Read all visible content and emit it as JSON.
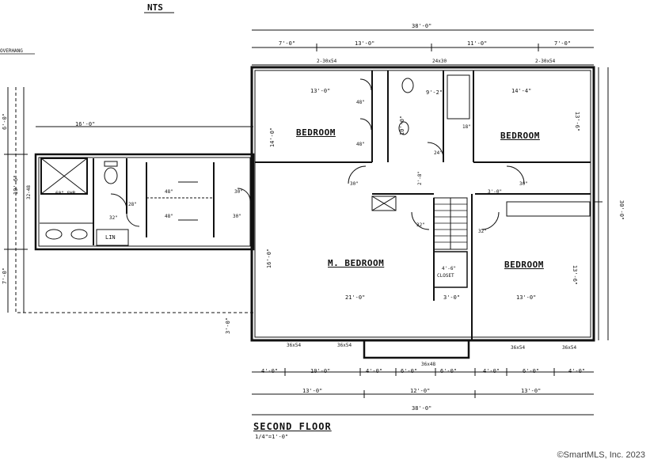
{
  "header": {
    "nts": "NTS",
    "overhang_note": "OVERHANG"
  },
  "rooms": {
    "bedroom_nw": "BEDROOM",
    "bedroom_ne": "BEDROOM",
    "master_bedroom": "M. BEDROOM",
    "bedroom_se": "BEDROOM",
    "linen": "LIN",
    "closet": "CLOSET"
  },
  "top_dims": {
    "overall": "38'-0\"",
    "seg1": "7'-0\"",
    "seg2": "13'-0\"",
    "seg3": "11'-0\"",
    "seg4": "7'-0\"",
    "win1": "2-30x54",
    "win2": "24x30",
    "win3": "2-30x54"
  },
  "bottom_dims": {
    "row1": [
      "4'-0\"",
      "10'-0\"",
      "4'-0\"",
      "6'-0\"",
      "6'-0\"",
      "4'-0\"",
      "6'-0\"",
      "4'-0\""
    ],
    "row2": [
      "13'-0\"",
      "12'-0\"",
      "13'-0\""
    ],
    "overall": "38'-0\"",
    "win1": "36x54",
    "win2": "36x54",
    "win3": "36x48",
    "win4": "36x54",
    "win5": "36x54"
  },
  "side_dims": {
    "right_overall": "30'-0\"",
    "right_a": "13'-6\"",
    "right_b": "13'-6\"",
    "left_a": "6'-0\"",
    "left_b": "10'-6\"",
    "left_c": "7'-0\"",
    "master_depth": "16'-0\"",
    "bed_nw_depth": "14'-0\"",
    "step": "3'-0\""
  },
  "interior_dims": {
    "wing_width": "16'-0\"",
    "shower": "60\" SHR",
    "bed_nw_width": "13'-0\"",
    "bed_ne_width": "14'-4\"",
    "master_width": "21'-0\"",
    "bed_se_width": "13'-0\"",
    "hall": "3'-0\"",
    "bath_w": "9'-2\"",
    "bath_h": "10'-0\"",
    "d1": "48\"",
    "d2": "48\"",
    "d3": "30\"",
    "d4": "30\"",
    "d5": "32\"",
    "d6": "32\"",
    "d7": "28\"",
    "d8": "48\"",
    "d9": "48\"",
    "d10": "30\"",
    "d11": "32\"",
    "d12": "30\"",
    "d13": "24\"",
    "d14": "18\"",
    "closet_size": "4'-6\"",
    "side_a": "2'-8\"",
    "side_b": "3'-0\"",
    "left_wing_h": "32-48"
  },
  "footer": {
    "title": "SECOND FLOOR",
    "scale": "1/4\"=1'-0\""
  },
  "watermark": "©SmartMLS, Inc.  2023"
}
